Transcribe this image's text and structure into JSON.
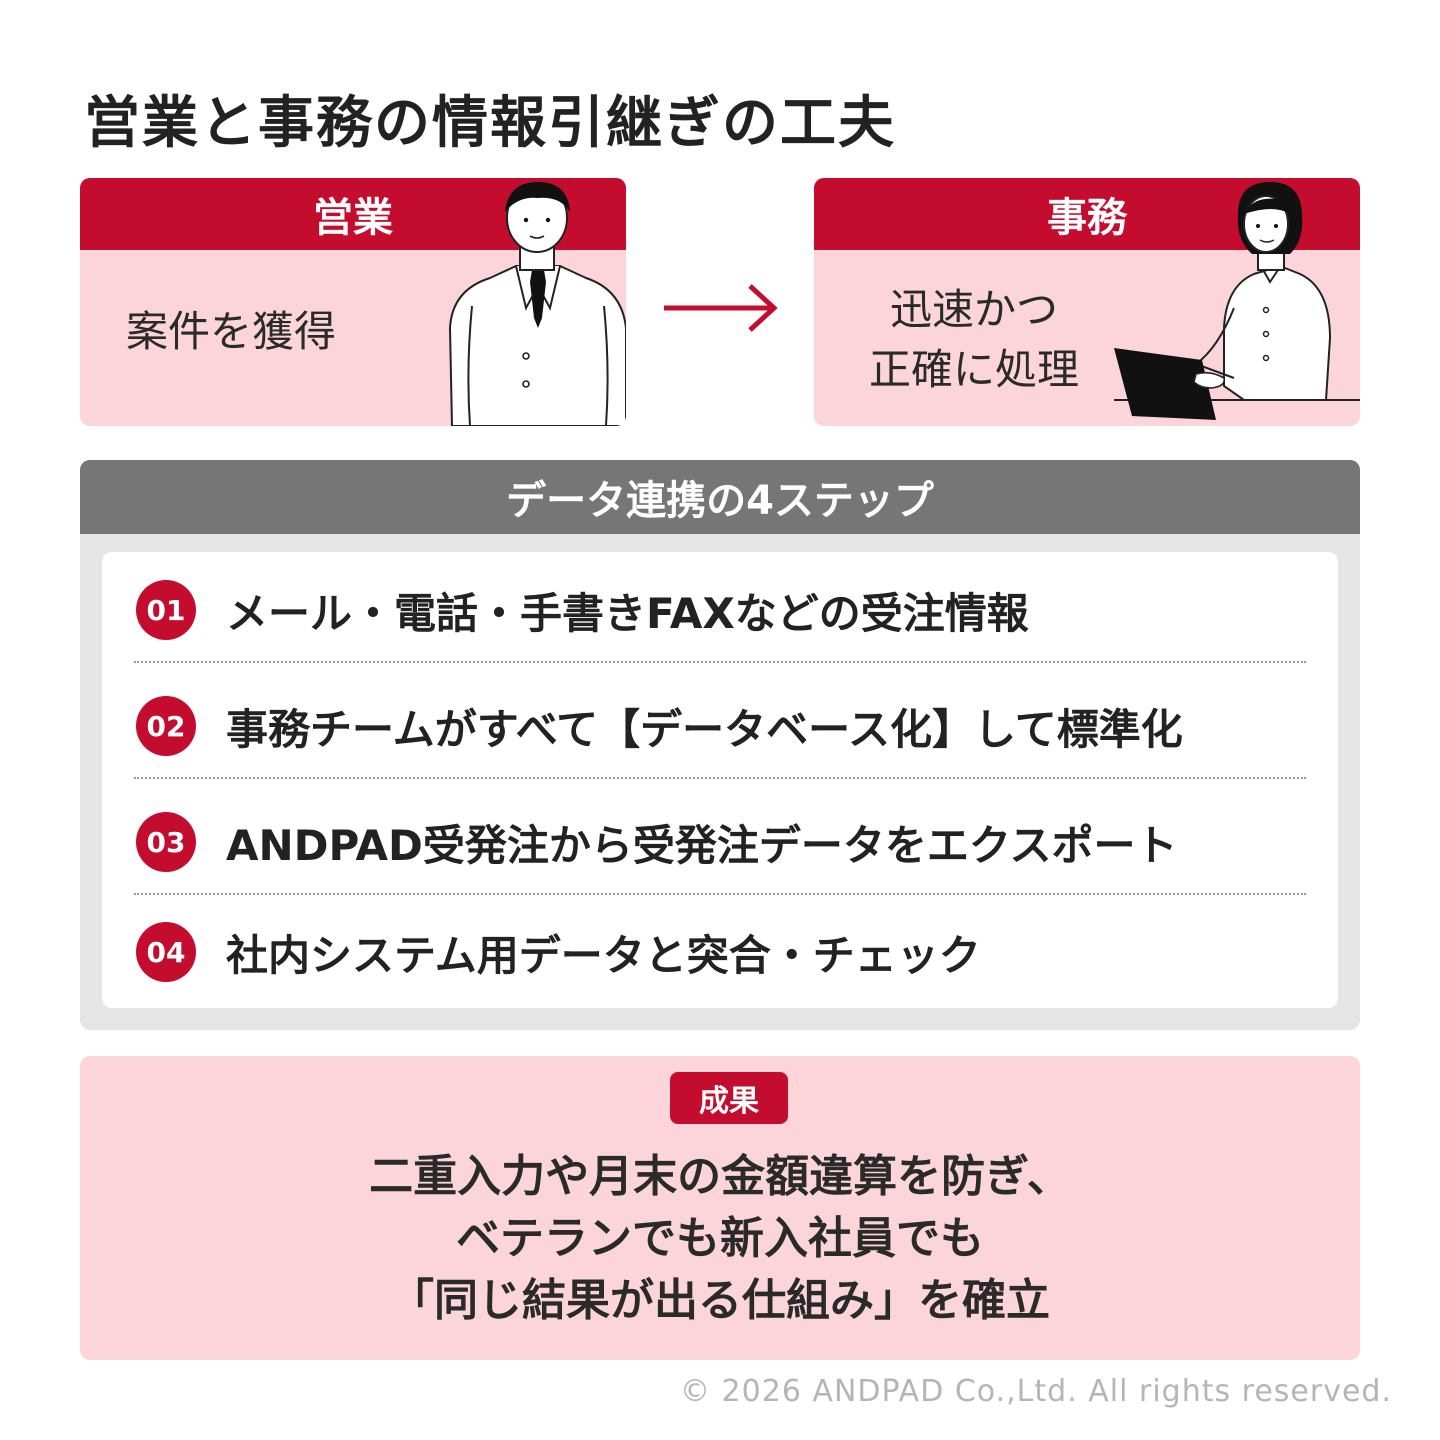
{
  "title": "営業と事務の情報引継ぎの工夫",
  "sales": {
    "label": "営業",
    "text": "案件を獲得"
  },
  "office": {
    "label": "事務",
    "text_line1": "迅速かつ",
    "text_line2": "正確に処理"
  },
  "steps": {
    "heading": "データ連携の4ステップ",
    "items": [
      {
        "num": "01",
        "text": "メール・電話・手書きFAXなどの受注情報"
      },
      {
        "num": "02",
        "text": "事務チームがすべて【データベース化】して標準化"
      },
      {
        "num": "03",
        "text": "ANDPAD受発注から受発注データをエクスポート"
      },
      {
        "num": "04",
        "text": "社内システム用データと突合・チェック"
      }
    ]
  },
  "result": {
    "badge": "成果",
    "line1": "二重入力や月末の金額違算を防ぎ、",
    "line2": "ベテランでも新入社員でも",
    "line3": "「同じ結果が出る仕組み」を確立"
  },
  "copyright": "© 2026 ANDPAD Co.,Ltd. All rights reserved.",
  "colors": {
    "accent": "#c40d2e",
    "pink": "#fbd5da",
    "gray_header": "#767676",
    "gray_panel": "#e5e5e5"
  }
}
